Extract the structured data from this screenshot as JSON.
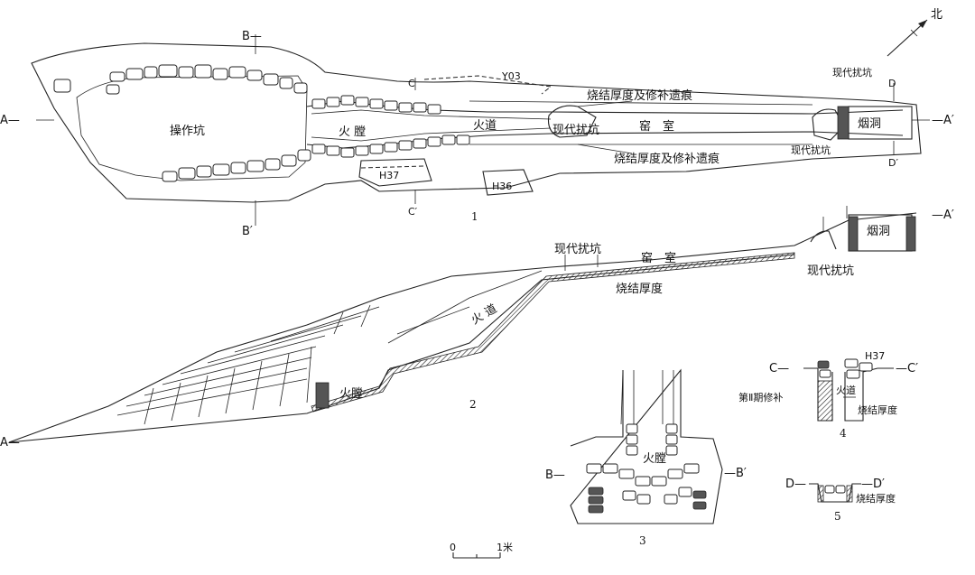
{
  "north": "北",
  "scale": {
    "zero": "0",
    "one": "1米"
  },
  "fig1": {
    "number": "1",
    "pit": "操作坑",
    "firebox": "火 膛",
    "flue": "火道",
    "disturb_mid": "现代扰坑",
    "kiln_chamber": "窑　室",
    "chimney": "烟洞",
    "disturb_top_right": "现代扰坑",
    "disturb_bottom_right": "现代扰坑",
    "trace_top": "烧结厚度及修补遗痕",
    "trace_bottom": "烧结厚度及修补遗痕",
    "y03": "Y03",
    "h37": "H37",
    "h36": "H36",
    "mark_a": "A—",
    "mark_a2": "—A′",
    "mark_b": "B—",
    "mark_b2": "B′",
    "mark_c": "C",
    "mark_c2": "C′",
    "mark_d": "D",
    "mark_d2": "D′"
  },
  "fig2": {
    "number": "2",
    "disturb_top": "现代扰坑",
    "kiln_chamber": "窑　室",
    "burn": "烧结厚度",
    "flue": "火 道",
    "firebox": "火膛",
    "chimney": "烟洞",
    "disturb_right": "现代扰坑",
    "mark_a": "A—",
    "mark_a2": "—A′"
  },
  "fig3": {
    "number": "3",
    "firebox": "火膛",
    "mark_b": "B—",
    "mark_b2": "—B′"
  },
  "fig4": {
    "number": "4",
    "h37": "H37",
    "repair": "第Ⅱ期修补",
    "flue": "火道",
    "burn": "烧结厚度",
    "mark_c": "C—",
    "mark_c2": "—C′"
  },
  "fig5": {
    "number": "5",
    "burn": "烧结厚度",
    "mark_d": "D—",
    "mark_d2": "—D′"
  }
}
